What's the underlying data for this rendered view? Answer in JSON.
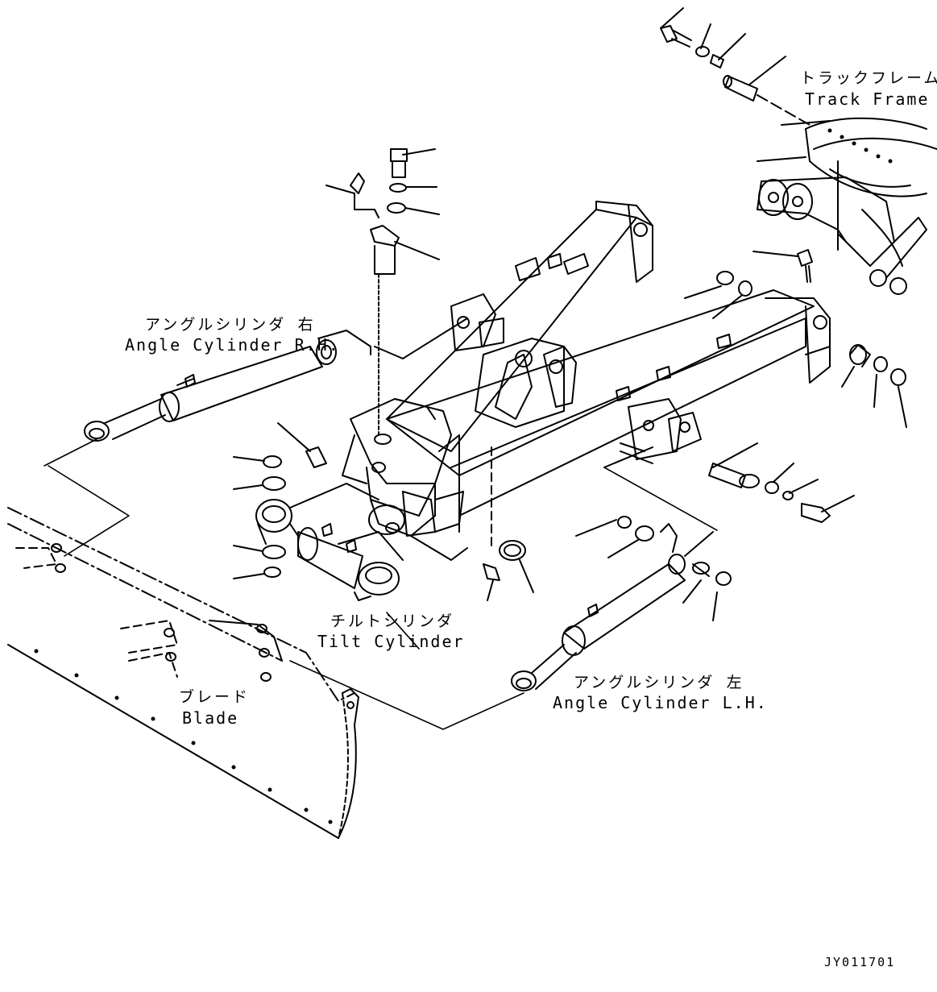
{
  "labels": {
    "track_frame_jp": "トラックフレーム",
    "track_frame_en": "Track Frame",
    "angle_rh_jp": "アングルシリンダ 右",
    "angle_rh_en": "Angle Cylinder R.H.",
    "tilt_jp": "チルトシリンダ",
    "tilt_en": "Tilt Cylinder",
    "angle_lh_jp": "アングルシリンダ 左",
    "angle_lh_en": "Angle Cylinder L.H.",
    "blade_jp": "ブレード",
    "blade_en": "Blade"
  },
  "drawing_code": "JY011701"
}
